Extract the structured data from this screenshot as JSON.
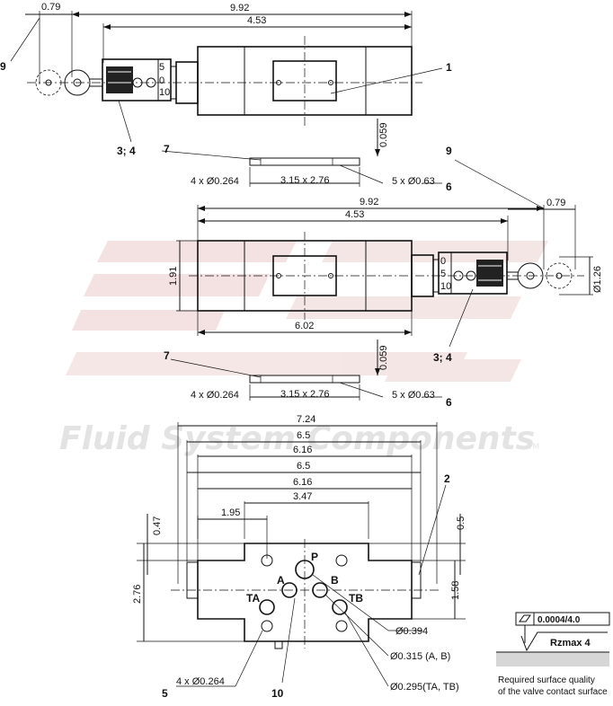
{
  "watermark": {
    "text": "Fluid System Components",
    "trademark": "TM",
    "logo": "FSC"
  },
  "top_view": {
    "dims": {
      "overall": "9.92",
      "body": "4.53",
      "handle_offset": "0.79",
      "plate_thickness": "0.059",
      "hole_spacing": "3.15 x 2.76",
      "screw_holes": "4 x Ø0.264",
      "orings": "5 x Ø0.63"
    },
    "callouts": {
      "item1": "1",
      "item7": "7",
      "item6": "6",
      "item9": "9",
      "item34": "3; 4"
    },
    "scale_marks": [
      "5",
      "0",
      "10"
    ]
  },
  "middle_view": {
    "dims": {
      "overall": "9.92",
      "body": "4.53",
      "handle_offset": "0.79",
      "height": "1.91",
      "base_length": "6.02",
      "knob_diameter": "Ø1.26",
      "plate_thickness": "0.059",
      "hole_spacing": "3.15 x 2.76",
      "screw_holes": "4 x Ø0.264",
      "orings": "5 x Ø0.63"
    },
    "callouts": {
      "item7": "7",
      "item6": "6",
      "item9": "9",
      "item34": "3; 4"
    },
    "scale_marks": [
      "0",
      "5",
      "10"
    ]
  },
  "bottom_view": {
    "dims": {
      "d724": "7.24",
      "d65a": "6.5",
      "d616a": "6.16",
      "d65b": "6.5",
      "d616b": "6.16",
      "d347": "3.47",
      "d195": "1.95",
      "d047": "0.47",
      "d05": "0.5",
      "d276": "2.76",
      "d158": "1.58",
      "p_port": "Ø0.394",
      "ab_ports": "Ø0.315 (A, B)",
      "t_ports": "Ø0.295(TA, TB)",
      "screw_holes": "4 x Ø0.264"
    },
    "ports": {
      "p": "P",
      "a": "A",
      "b": "B",
      "ta": "TA",
      "tb": "TB"
    },
    "callouts": {
      "item2": "2",
      "item5": "5",
      "item10": "10"
    }
  },
  "surface_note": {
    "flatness": "0.0004/4.0",
    "roughness": "Rzmax 4",
    "caption_line1": "Required surface quality",
    "caption_line2": "of the valve contact surface"
  }
}
